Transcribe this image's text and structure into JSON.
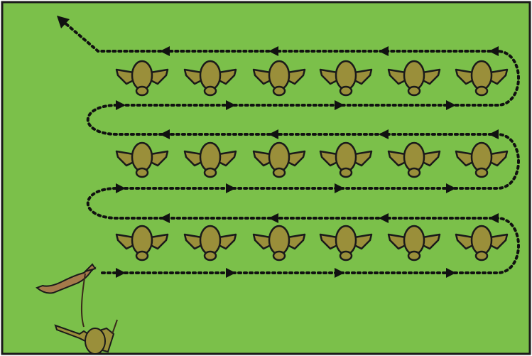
{
  "diagram": {
    "type": "search-pattern",
    "rows": 3,
    "columns": 6,
    "colors": {
      "field": "#7bc04a",
      "aircraft": "#9a8f3a",
      "dog": "#a47a4a",
      "path": "#111111"
    },
    "icons": {
      "aircraft": "aircraft-top-view-icon",
      "dog": "dog-icon",
      "handler": "handler-icon"
    }
  }
}
